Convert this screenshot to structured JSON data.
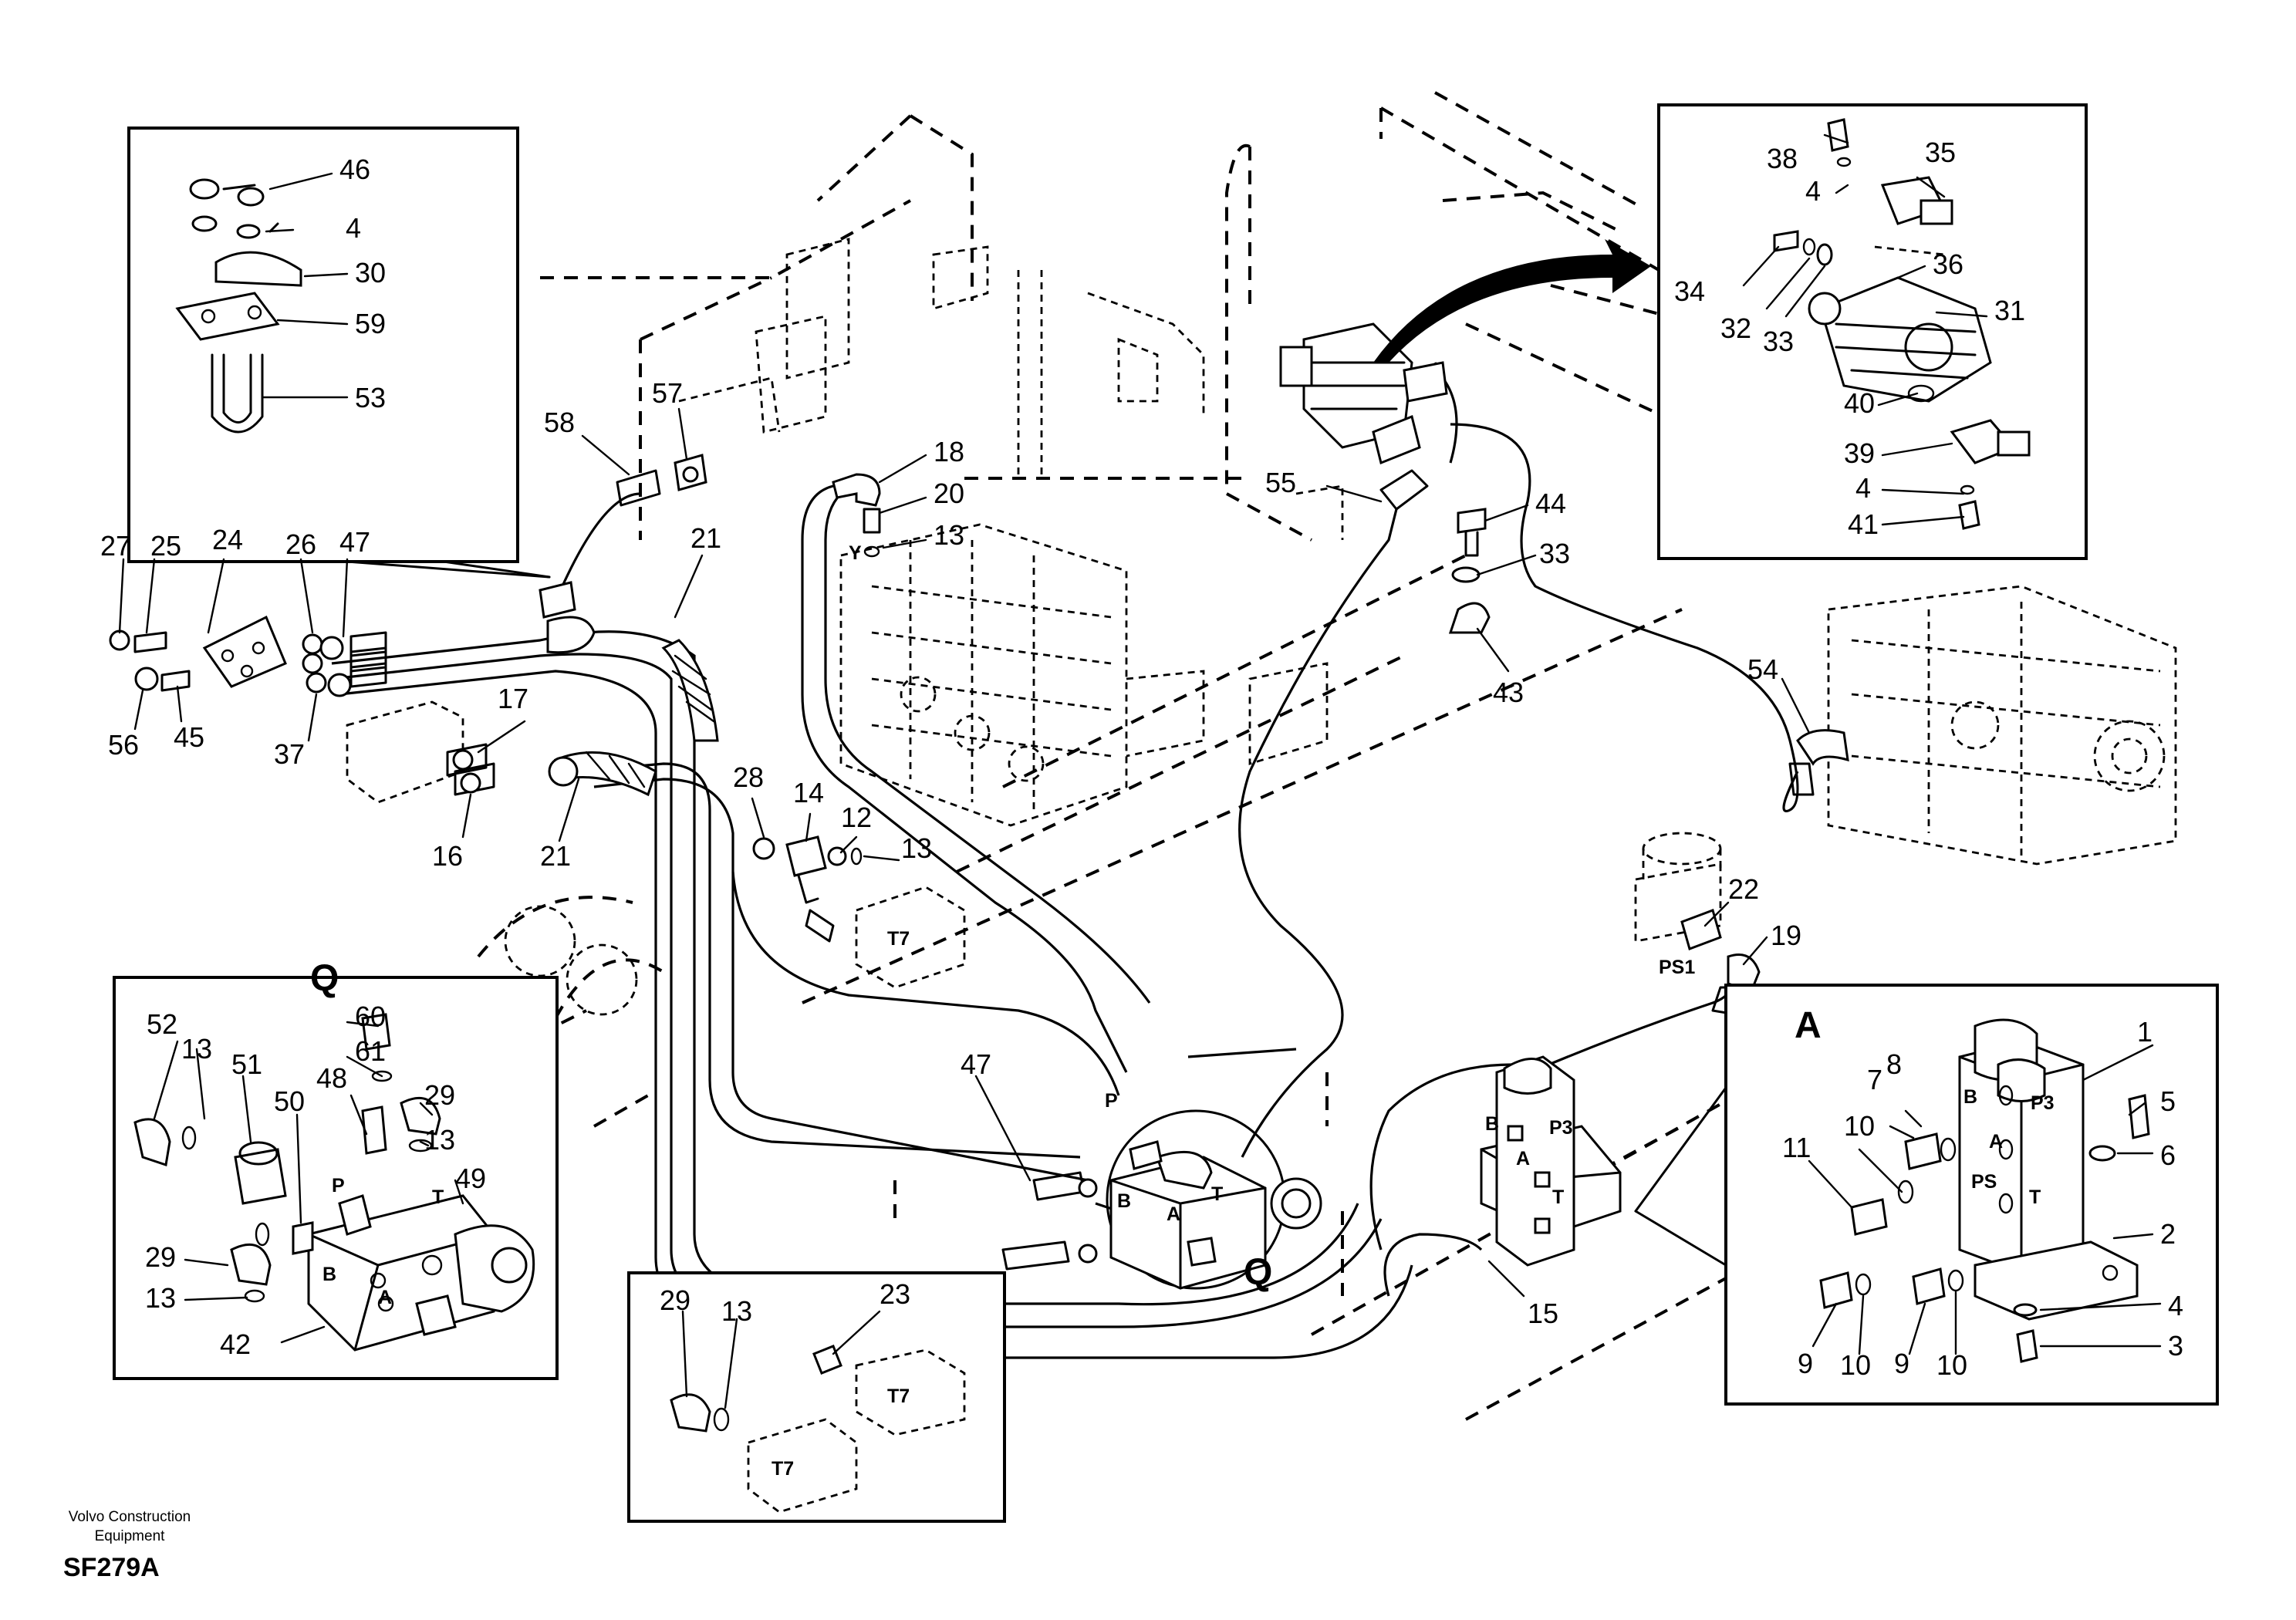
{
  "footer": {
    "company_line1": "Volvo Construction",
    "company_line2": "Equipment",
    "figure_code": "SF279A"
  },
  "detail_views": {
    "q_title": "Q",
    "a_title": "A",
    "q_marker": "Q"
  },
  "port_labels": {
    "p": "P",
    "t": "T",
    "a": "A",
    "b": "B",
    "p3": "P3",
    "ps": "PS",
    "ps1": "PS1",
    "t7": "T7",
    "y": "Y"
  },
  "callouts": [
    "46",
    "4",
    "30",
    "59",
    "53",
    "27",
    "25",
    "24",
    "26",
    "47",
    "56",
    "45",
    "37",
    "57",
    "58",
    "21",
    "18",
    "20",
    "13",
    "17",
    "16",
    "28",
    "14",
    "12",
    "55",
    "44",
    "33",
    "43",
    "54",
    "38",
    "35",
    "34",
    "32",
    "36",
    "31",
    "40",
    "39",
    "41",
    "22",
    "19",
    "60",
    "61",
    "52",
    "51",
    "48",
    "29",
    "50",
    "49",
    "42",
    "47",
    "23",
    "15",
    "1",
    "7",
    "8",
    "5",
    "6",
    "2",
    "11",
    "10",
    "9",
    "3"
  ]
}
